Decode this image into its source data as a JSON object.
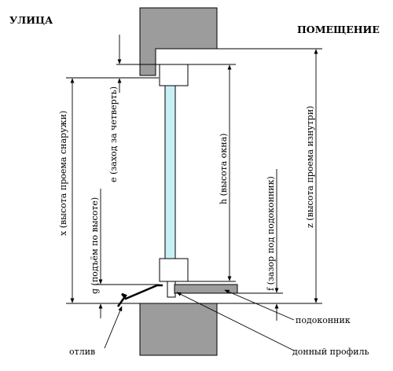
{
  "labels": {
    "outside": "УЛИЦА",
    "inside": "ПОМЕЩЕНИЕ",
    "dim_x": "x (высота проема снаружи)",
    "dim_e": "e (заход за четверть)",
    "dim_g": "g (подъём по высоте)",
    "dim_h": "h (высота окна)",
    "dim_f": "f (зазор под подоконник)",
    "dim_z": "z (высота проема изнутри)",
    "sill": "подоконник",
    "drip": "отлив",
    "bottom_profile": "донный профиль"
  },
  "colors": {
    "wall": "#9c9c9c",
    "glass": "#c8f0f4",
    "frame": "#ffffff",
    "line": "#000000"
  }
}
